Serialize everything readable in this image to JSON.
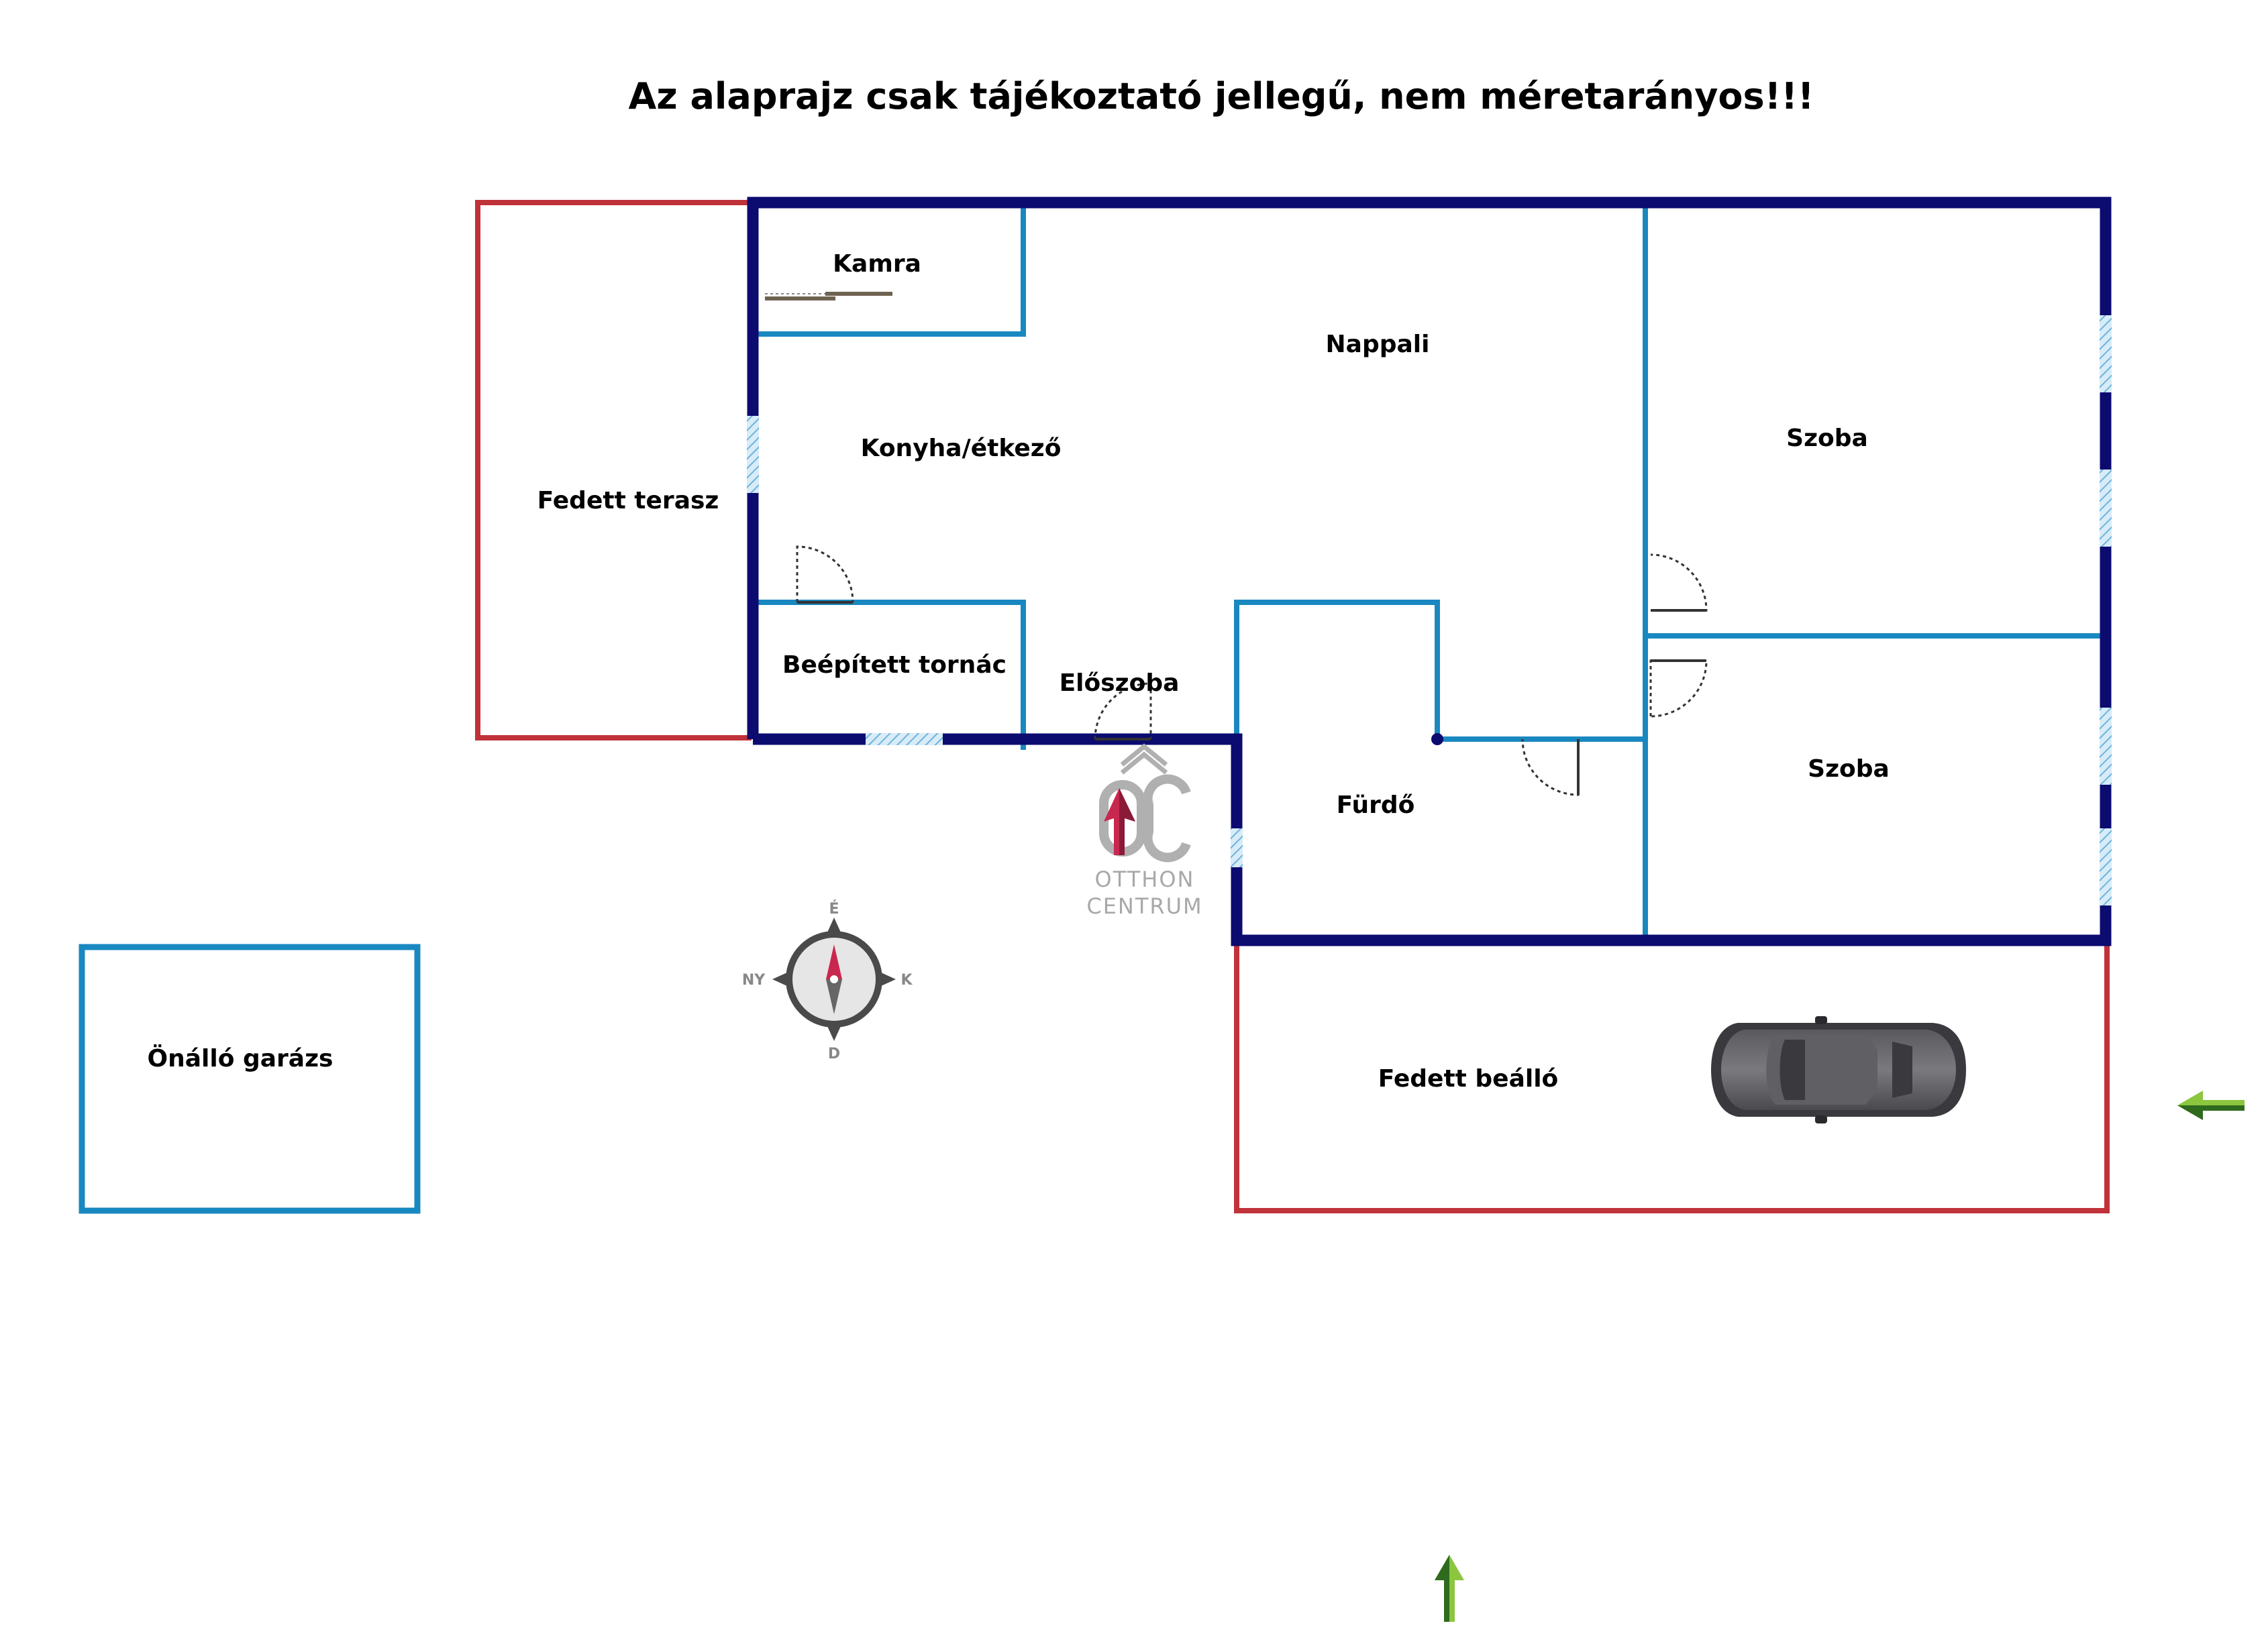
{
  "title": "Az alaprajz csak tájékoztató jellegű, nem méretarányos!!!",
  "rooms": {
    "kamra": "Kamra",
    "nappali": "Nappali",
    "konyha": "Konyha/étkező",
    "fedett_terasz": "Fedett terasz",
    "szoba_1": "Szoba",
    "szoba_2": "Szoba",
    "beepitett_tornac": "Beépített tornác",
    "eloszoba": "Előszoba",
    "furdo": "Fürdő",
    "fedett_bealló": "Fedett beálló",
    "onallo_garazs": "Önálló garázs"
  },
  "compass": {
    "north": "É",
    "south": "D",
    "east": "K",
    "west": "NY"
  },
  "logo": {
    "line1": "OTTHON",
    "line2": "CENTRUM"
  },
  "colors": {
    "exterior_wall": "#0b0b70",
    "interior_wall": "#1a88c0",
    "covered_area": "#c0323a",
    "window": "#8ec6e6",
    "entry_arrow": "#c8284f",
    "green_arrow": "#5fa83a"
  }
}
